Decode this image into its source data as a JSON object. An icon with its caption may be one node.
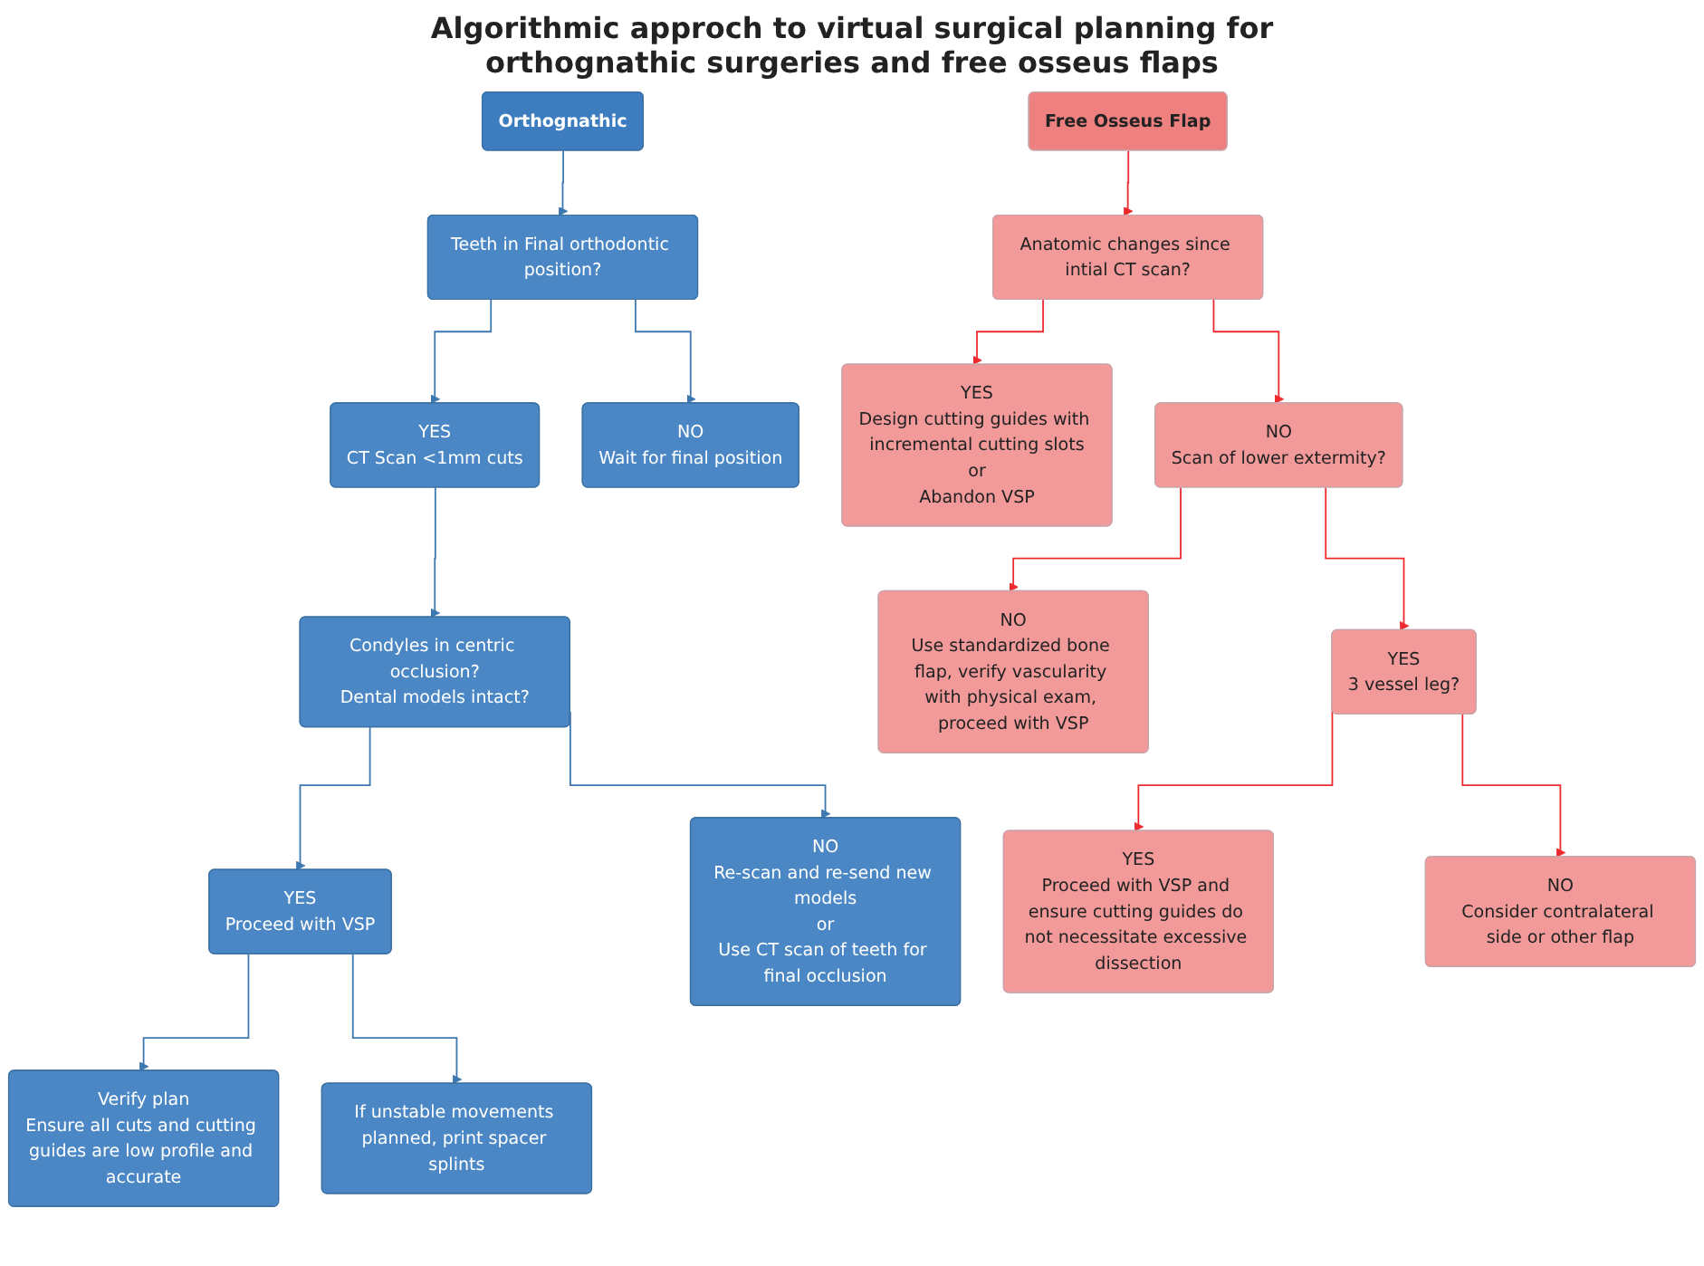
{
  "diagram": {
    "title": "Algorithmic approch to virtual surgical planning for orthognathic surgeries and free osseus flaps",
    "nodes": [
      {
        "text": [
          "Orthognathic"
        ]
      },
      {
        "text": [
          "Teeth in Final orthodontic position?"
        ]
      },
      {
        "text": [
          "YES",
          "CT Scan <1mm cuts"
        ]
      },
      {
        "text": [
          "NO",
          "Wait for final position"
        ]
      },
      {
        "text": [
          "Condyles in centric occlusion?",
          "Dental models intact?"
        ]
      },
      {
        "text": [
          "YES",
          "Proceed with VSP"
        ]
      },
      {
        "text": [
          "NO",
          "Re-scan and re-send new models",
          "or",
          "Use CT scan of teeth for final occlusion"
        ]
      },
      {
        "text": [
          "Verify plan",
          "Ensure all cuts and cutting guides are low profile and accurate"
        ]
      },
      {
        "text": [
          "If unstable movements planned, print spacer splints"
        ]
      },
      {
        "text": [
          "Free Osseus Flap"
        ]
      },
      {
        "text": [
          "Anatomic changes since intial CT scan?"
        ]
      },
      {
        "text": [
          "YES",
          "Design cutting guides with incremental cutting slots",
          "or",
          "Abandon VSP"
        ]
      },
      {
        "text": [
          "NO",
          "Scan of lower extermity?"
        ]
      },
      {
        "text": [
          "NO",
          "Use standardized bone flap, verify vascularity with physical exam, proceed with VSP"
        ]
      },
      {
        "text": [
          "YES",
          "3 vessel leg?"
        ]
      },
      {
        "text": [
          "YES",
          "Proceed with VSP and ensure cutting guides do not necessitate excessive dissection"
        ]
      },
      {
        "text": [
          "NO",
          "Consider contralateral side or other flap"
        ]
      }
    ],
    "edges": [
      {
        "from": 0,
        "to": 1,
        "arrow": "to"
      },
      {
        "from": 1,
        "to": 2,
        "arrow": "to"
      },
      {
        "from": 1,
        "to": 3,
        "arrow": "to"
      },
      {
        "from": 2,
        "to": 4,
        "arrow": "to"
      },
      {
        "from": 4,
        "to": 5,
        "arrow": "to"
      },
      {
        "from": 4,
        "to": 6,
        "arrow": "to"
      },
      {
        "from": 5,
        "to": 7,
        "arrow": "to"
      },
      {
        "from": 5,
        "to": 8,
        "arrow": "to"
      },
      {
        "from": 9,
        "to": 10,
        "arrow": "to",
        "color": "#ee2a2e"
      },
      {
        "from": 10,
        "to": 11,
        "arrow": "to",
        "color": "#ee2a2e"
      },
      {
        "from": 10,
        "to": 12,
        "arrow": "to",
        "color": "#ee2a2e"
      },
      {
        "from": 12,
        "to": 13,
        "arrow": "to",
        "color": "#ee2a2e"
      },
      {
        "from": 12,
        "to": 14,
        "arrow": "to",
        "color": "#ee2a2e"
      },
      {
        "from": 14,
        "to": 15,
        "arrow": "to",
        "color": "#ee2a2e"
      },
      {
        "from": 14,
        "to": 16,
        "arrow": "to",
        "color": "#ee2a2e"
      }
    ]
  }
}
